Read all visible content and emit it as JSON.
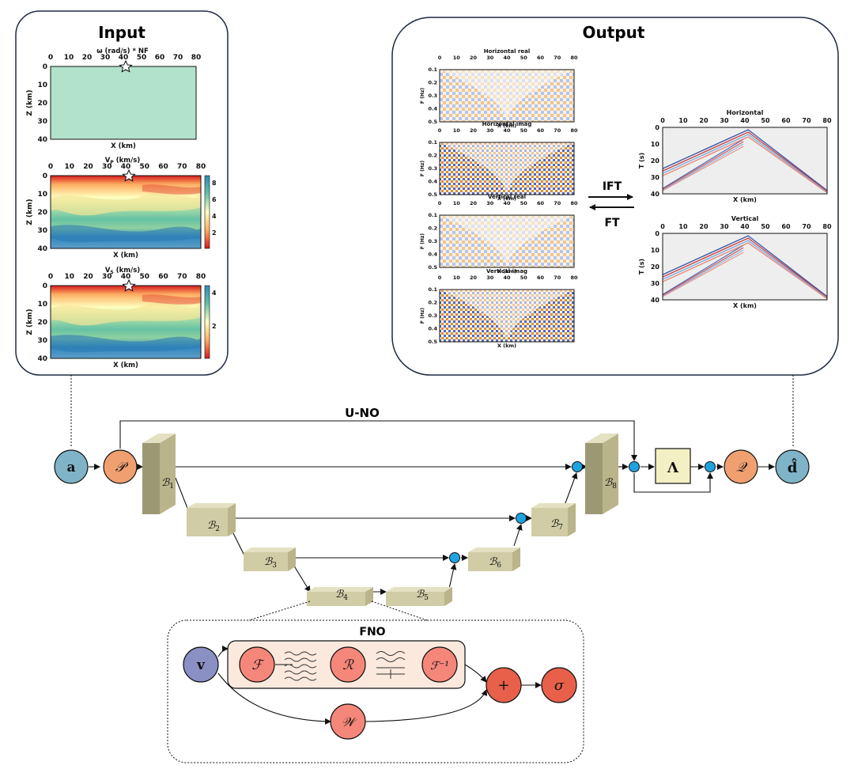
{
  "input": {
    "title": "Input",
    "plots": [
      {
        "title": "ω (rad/s) * NF",
        "xlabel": "X (km)",
        "ylabel": "Z (km)",
        "xticks": [
          "0",
          "10",
          "20",
          "30",
          "40",
          "50",
          "60",
          "70",
          "80"
        ],
        "yticks": [
          "0",
          "10",
          "20",
          "30",
          "40"
        ],
        "cbar": []
      },
      {
        "title": "V",
        "title_sub": "P",
        "title_tail": " (km/s)",
        "xlabel": "X (km)",
        "ylabel": "Z (km)",
        "xticks": [
          "0",
          "10",
          "20",
          "30",
          "40",
          "50",
          "60",
          "70",
          "80"
        ],
        "yticks": [
          "0",
          "10",
          "20",
          "30",
          "40"
        ],
        "cbar": [
          "8",
          "6",
          "4",
          "2"
        ]
      },
      {
        "title": "V",
        "title_sub": "S",
        "title_tail": " (km/s)",
        "xlabel": "X (km)",
        "ylabel": "Z (km)",
        "xticks": [
          "0",
          "10",
          "20",
          "30",
          "40",
          "50",
          "60",
          "70",
          "80"
        ],
        "yticks": [
          "0",
          "10",
          "20",
          "30",
          "40"
        ],
        "cbar": [
          "4",
          "2"
        ]
      }
    ]
  },
  "output": {
    "title": "Output",
    "freq_plots": [
      {
        "title": "Horizontal real",
        "xlabel": "X (km)",
        "ylabel": "F (Hz)"
      },
      {
        "title": "Horizontal imag",
        "xlabel": "X (km)",
        "ylabel": "F (Hz)"
      },
      {
        "title": "Vertical real",
        "xlabel": "X (km)",
        "ylabel": "F (Hz)"
      },
      {
        "title": "Vertical imag",
        "xlabel": "X (km)",
        "ylabel": "F (Hz)"
      }
    ],
    "freq_xticks": [
      "0",
      "10",
      "20",
      "30",
      "40",
      "50",
      "60",
      "70",
      "80"
    ],
    "freq_yticks": [
      "0.1",
      "0.2",
      "0.3",
      "0.4",
      "0.5"
    ],
    "time_plots": [
      {
        "title": "Horizontal",
        "xlabel": "X (km)",
        "ylabel": "T (s)"
      },
      {
        "title": "Vertical",
        "xlabel": "X (km)",
        "ylabel": "T (s)"
      }
    ],
    "time_xticks": [
      "0",
      "10",
      "20",
      "30",
      "40",
      "50",
      "60",
      "70",
      "80"
    ],
    "time_yticks": [
      "0",
      "10",
      "20",
      "30",
      "40"
    ],
    "ift_label": "IFT",
    "ft_label": "FT"
  },
  "uno": {
    "title": "U-NO",
    "a": "a",
    "p": "𝒫",
    "lambda": "Λ",
    "q": "𝒬",
    "d": "d̂",
    "blocks": [
      {
        "name": "ℬ",
        "sub": "1"
      },
      {
        "name": "ℬ",
        "sub": "2"
      },
      {
        "name": "ℬ",
        "sub": "3"
      },
      {
        "name": "ℬ",
        "sub": "4"
      },
      {
        "name": "ℬ",
        "sub": "5"
      },
      {
        "name": "ℬ",
        "sub": "6"
      },
      {
        "name": "ℬ",
        "sub": "7"
      },
      {
        "name": "ℬ",
        "sub": "8"
      }
    ]
  },
  "fno": {
    "title": "FNO",
    "v": "v",
    "f": "ℱ",
    "r": "ℛ",
    "finv": "ℱ⁻¹",
    "w": "𝒲",
    "plus": "+",
    "sigma": "σ"
  },
  "colors": {
    "input_node": "#7fb3c8",
    "lift_node": "#f0a070",
    "block": "#cfcca6",
    "junction": "#1fa2e0",
    "v_node": "#8a8fc4",
    "fno_node": "#f4877a",
    "sum_node": "#e8604a",
    "lambda_box": "#f3f0c4",
    "fno_panel": "#fbe9de",
    "model_green": "#b3e2cc"
  }
}
